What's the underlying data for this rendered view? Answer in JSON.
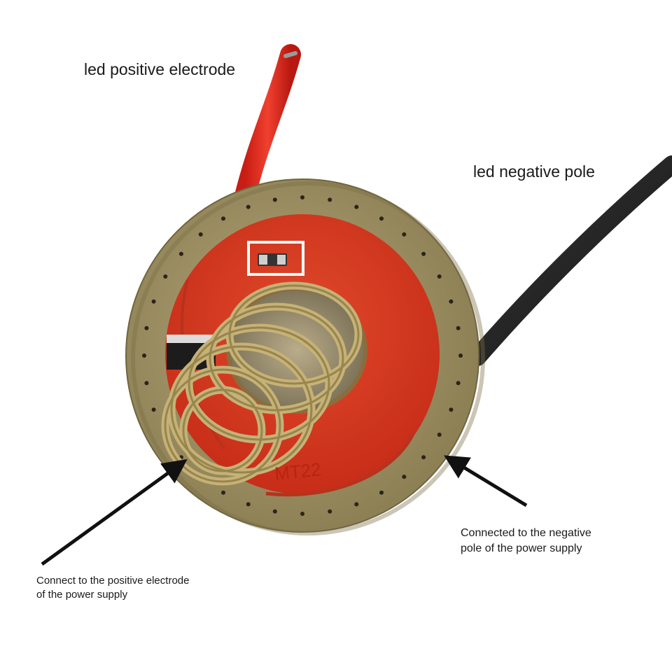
{
  "labels": {
    "led_positive": "led positive electrode",
    "led_negative": "led negative pole",
    "supply_negative_line1": "Connected to the negative",
    "supply_negative_line2": "pole of the power supply",
    "supply_positive_line1": "Connect to the positive electrode",
    "supply_positive_line2": "of the power supply"
  },
  "board": {
    "marking": "MT22"
  },
  "colors": {
    "background": "#ffffff",
    "outer_ring": "#9c8f62",
    "pcb": "#d9361f",
    "red_wire": "#e0281c",
    "black_wire": "#1c1c1c",
    "spring": "#c9b477",
    "arrow": "#111111"
  },
  "icons": {
    "arrow": "arrow-icon"
  }
}
